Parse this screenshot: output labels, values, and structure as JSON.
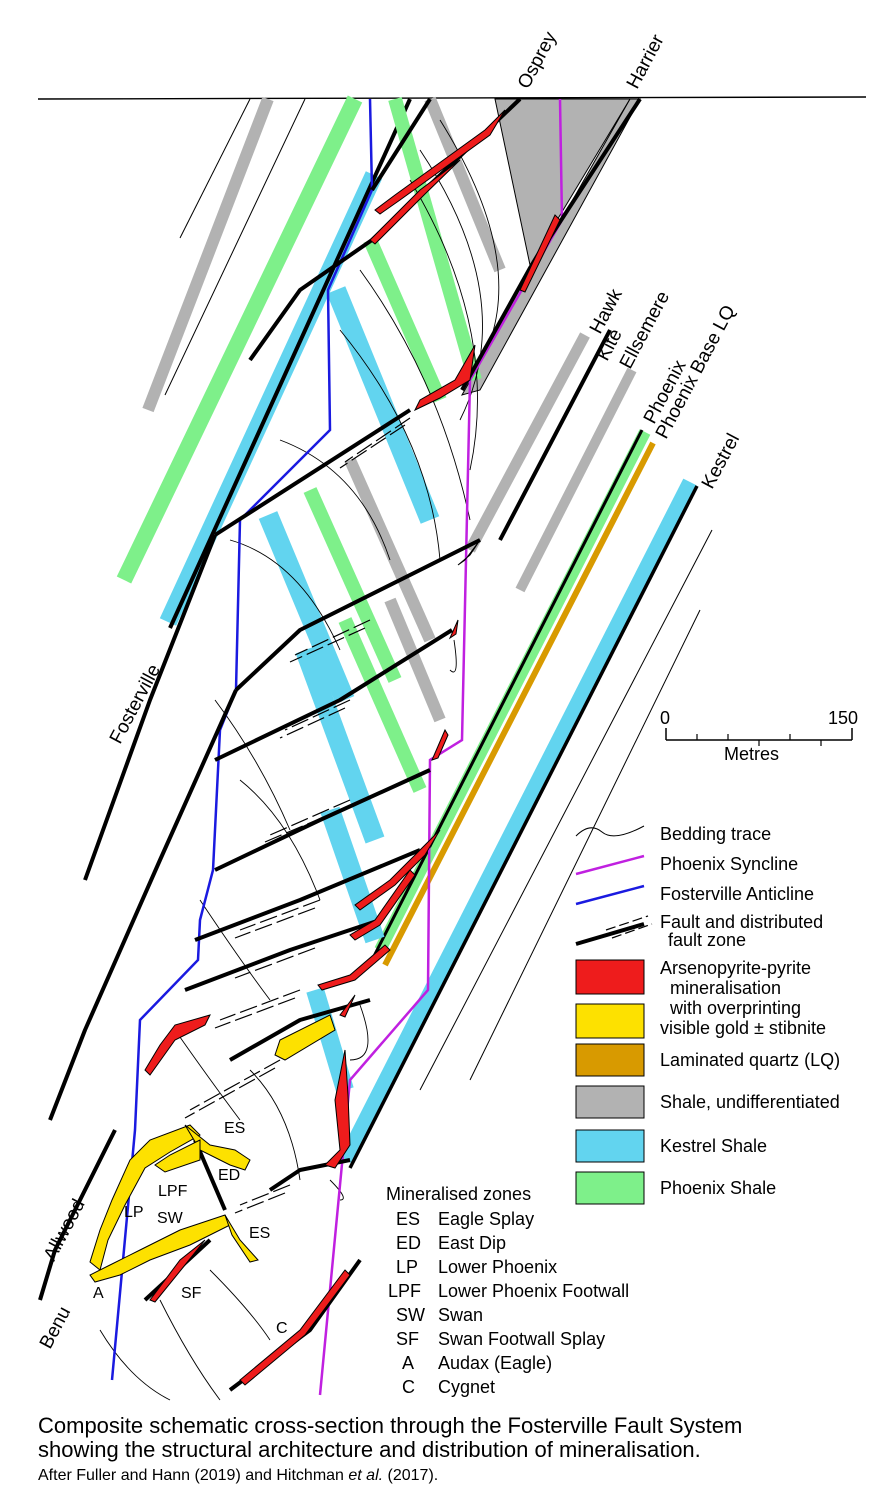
{
  "faults": {
    "osprey": "Osprey",
    "harrier": "Harrier",
    "hawk": "Hawk",
    "kite": "Kite",
    "ellsemere": "Ellsemere",
    "phoenix": "Phoenix",
    "phoenix_base_lq": "Phoenix Base LQ",
    "kestrel": "Kestrel",
    "fosterville": "Fosterville",
    "allwood": "Allwood",
    "benu": "Benu"
  },
  "zone_labels": [
    "ES",
    "ED",
    "LPF",
    "LP",
    "SW",
    "ES",
    "A",
    "SF",
    "C"
  ],
  "scale": {
    "min": "0",
    "max": "150",
    "unit": "Metres"
  },
  "legend": {
    "items": [
      {
        "label": "Bedding trace",
        "symbol": "bedding",
        "color": "#000000"
      },
      {
        "label": "Phoenix Syncline",
        "symbol": "line",
        "color": "#c020e0"
      },
      {
        "label": "Fosterville Anticline",
        "symbol": "line",
        "color": "#1a1ae0"
      },
      {
        "label": "Fault and distributed fault zone",
        "lines": [
          "Fault and distributed",
          "fault zone"
        ],
        "symbol": "fault",
        "color": "#000000"
      },
      {
        "label": "Arsenopyrite-pyrite mineralisation with overprinting visible gold ± stibnite",
        "lines": [
          "Arsenopyrite-pyrite",
          "mineralisation",
          "with overprinting",
          "visible gold ± stibnite"
        ],
        "symbol": "box",
        "color": "#ee1c1c",
        "color2": "#fde100"
      },
      {
        "label": "Laminated quartz (LQ)",
        "symbol": "box",
        "color": "#d89a00"
      },
      {
        "label": "Shale, undifferentiated",
        "symbol": "box",
        "color": "#b2b2b2"
      },
      {
        "label": "Kestrel Shale",
        "symbol": "box",
        "color": "#62d4ef"
      },
      {
        "label": "Phoenix Shale",
        "symbol": "box",
        "color": "#7ef08a"
      }
    ]
  },
  "mineralised_zones": {
    "title": "Mineralised zones",
    "items": [
      {
        "code": "ES",
        "name": "Eagle Splay"
      },
      {
        "code": "ED",
        "name": "East Dip"
      },
      {
        "code": "LP",
        "name": "Lower Phoenix"
      },
      {
        "code": "LPF",
        "name": "Lower Phoenix Footwall"
      },
      {
        "code": "SW",
        "name": "Swan"
      },
      {
        "code": "SF",
        "name": "Swan Footwall Splay"
      },
      {
        "code": "A",
        "name": "Audax (Eagle)"
      },
      {
        "code": "C",
        "name": "Cygnet"
      }
    ]
  },
  "caption": {
    "line1": "Composite schematic cross-section through the Fosterville Fault System",
    "line2": "showing the structural architecture and distribution of mineralisation.",
    "line3_prefix": "After Fuller and Hann (2019) and Hitchman ",
    "line3_italic": "et al.",
    "line3_suffix": " (2017)."
  }
}
